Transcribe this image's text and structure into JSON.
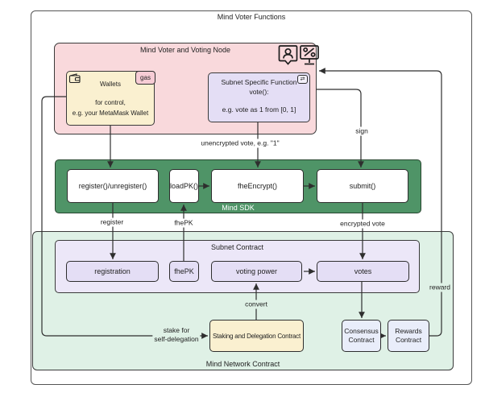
{
  "title": "Mind Voter Functions",
  "voter_node": {
    "title": "Mind Voter and Voting Node",
    "icons": {
      "icon1": "user-badge-icon",
      "icon2": "percent-monitor-icon"
    },
    "wallets": {
      "icon": "wallet-icon",
      "badge": "gas",
      "title": "Wallets",
      "line1": "for control,",
      "line2": "e.g. your MetaMask Wallet"
    },
    "subnet_fn": {
      "icon": "swap-icon",
      "line1": "Subnet Specific Function",
      "line2": "vote():",
      "line3": "e.g. vote as 1 from [0, 1]"
    }
  },
  "sdk": {
    "title": "Mind SDK",
    "register": "register()/unregister()",
    "loadpk": "loadPK()",
    "fheencrypt": "fheEncrypt()",
    "submit": "submit()"
  },
  "subnet_contract": {
    "title": "Subnet Contract",
    "registration": "registration",
    "fhepk": "fhePK",
    "voting_power": "voting power",
    "votes": "votes"
  },
  "network_contract": {
    "title": "Mind Network Contract",
    "staking": "Staking and Delegation Contract",
    "consensus": "Consensus Contract",
    "rewards": "Rewards Contract"
  },
  "edge_labels": {
    "unencrypted_vote": "unencrypted vote, e.g. \"1\"",
    "sign": "sign",
    "register": "register",
    "fhepk": "fhePK",
    "encrypted_vote": "encrypted vote",
    "stake_line1": "stake for",
    "stake_line2": "self-delegation",
    "convert": "convert",
    "reward": "reward"
  },
  "colors": {
    "pink": "#f9d9dc",
    "cream": "#faf0d0",
    "lavender": "#e4def5",
    "lavender_light": "#ece7f8",
    "green_dark": "#4f9467",
    "green_light": "#dff1e6",
    "blue_light": "#e9edfa",
    "gas_badge_pink": "#f7ccd5",
    "border": "#333333"
  }
}
